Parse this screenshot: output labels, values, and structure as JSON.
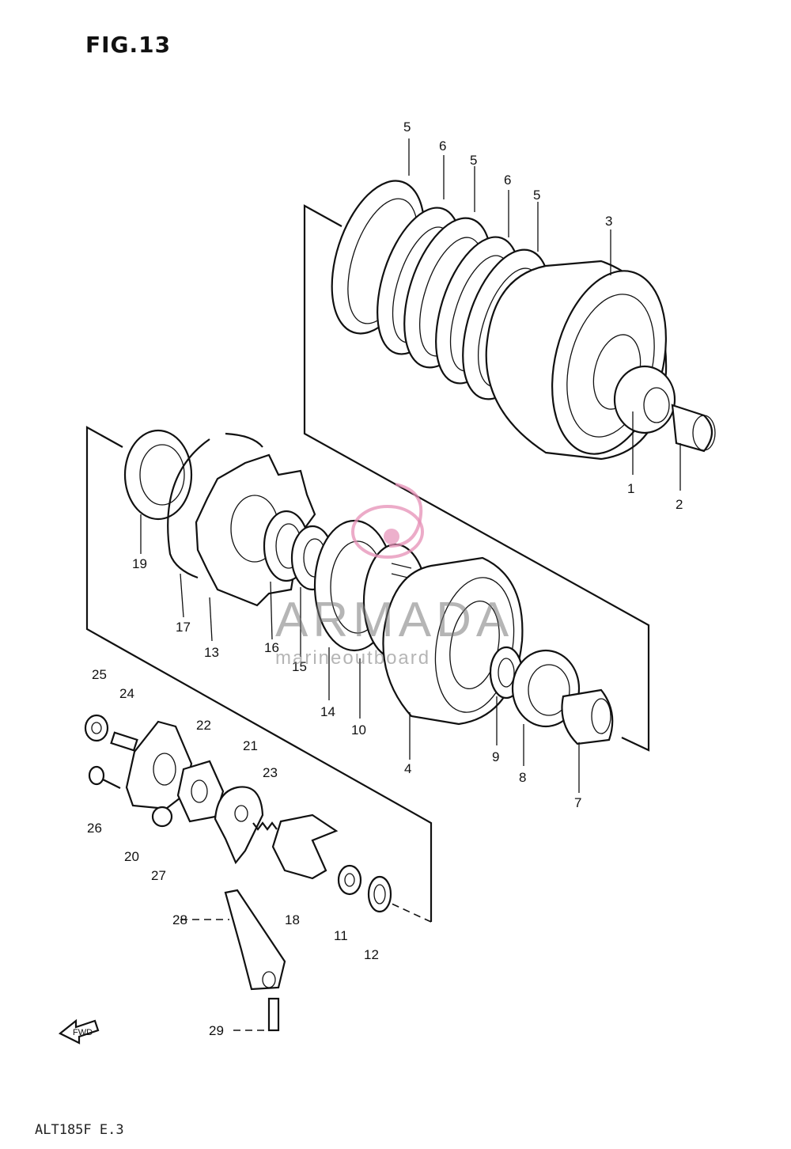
{
  "figure": {
    "title": "FIG.13",
    "code": "ALT185F E.3"
  },
  "watermark": {
    "brand": "ARMADA",
    "sub": "marineoutboard",
    "color": "#e58fb6"
  },
  "callouts": [
    "1",
    "2",
    "3",
    "4",
    "5",
    "5",
    "5",
    "6",
    "6",
    "7",
    "8",
    "9",
    "10",
    "11",
    "12",
    "13",
    "14",
    "15",
    "16",
    "17",
    "18",
    "19",
    "20",
    "21",
    "22",
    "23",
    "24",
    "25",
    "26",
    "27",
    "28",
    "29"
  ],
  "fwd_marker": "FWD",
  "colors": {
    "ink": "#111111",
    "background": "#ffffff"
  }
}
